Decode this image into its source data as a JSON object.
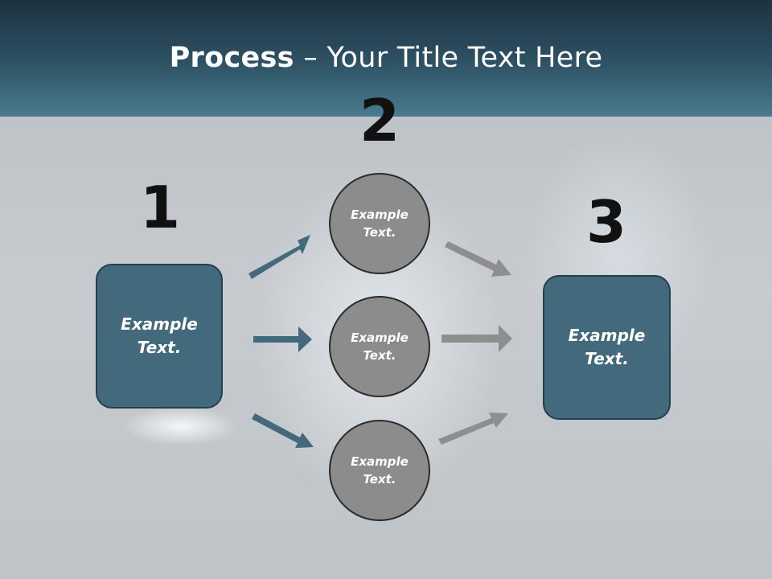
{
  "title": {
    "bold": "Process",
    "rest": " – Your Title Text Here"
  },
  "steps": {
    "one": "1",
    "two": "2",
    "three": "3"
  },
  "left_box": {
    "line1": "Example",
    "line2": "Text."
  },
  "right_box": {
    "line1": "Example",
    "line2": "Text."
  },
  "circles": [
    {
      "line1": "Example",
      "line2": "Text."
    },
    {
      "line1": "Example",
      "line2": "Text."
    },
    {
      "line1": "Example",
      "line2": "Text."
    }
  ],
  "colors": {
    "header_dark": "#1d3140",
    "header_light": "#4a7b8f",
    "box_fill": "#436a7c",
    "box_border": "#24404e",
    "circle_fill": "#8c8c8c",
    "arrow_blue": "#436a7c",
    "arrow_gray": "#8e8e8e"
  }
}
